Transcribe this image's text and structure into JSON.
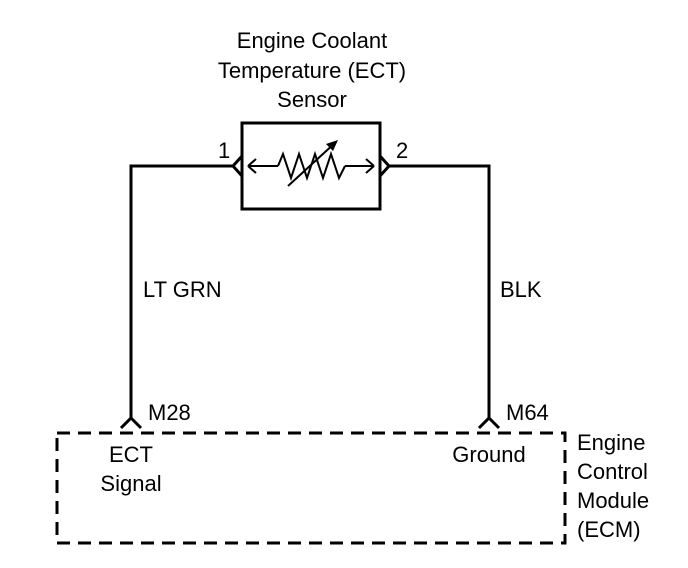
{
  "sensor": {
    "title_line1": "Engine Coolant",
    "title_line2": "Temperature (ECT)",
    "title_line3": "Sensor",
    "pin1": "1",
    "pin2": "2"
  },
  "wires": {
    "left_color": "LT GRN",
    "right_color": "BLK"
  },
  "ecm": {
    "pin_left": "M28",
    "pin_right": "M64",
    "left_function_line1": "ECT",
    "left_function_line2": "Signal",
    "right_function": "Ground",
    "label_line1": "Engine",
    "label_line2": "Control",
    "label_line3": "Module",
    "label_line4": "(ECM)"
  }
}
